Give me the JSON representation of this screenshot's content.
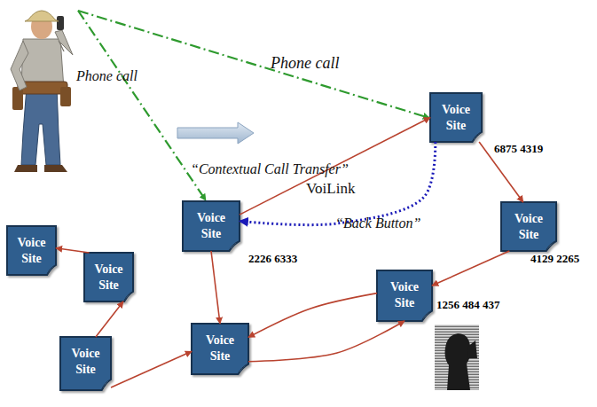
{
  "diagram": {
    "nodes": [
      {
        "text": [
          "Voice Site",
          "6875 4319"
        ]
      },
      {
        "text": [
          "Voice Site",
          "2226 6333"
        ]
      },
      {
        "text": [
          "Voice Site",
          "4129 2265"
        ]
      },
      {
        "text": [
          "Voice Site"
        ]
      },
      {
        "text": [
          "Voice Site"
        ]
      },
      {
        "text": [
          "Voice Site",
          "1256 484 437"
        ]
      },
      {
        "text": [
          "Voice Site"
        ]
      },
      {
        "text": [
          "Voice Site"
        ]
      }
    ],
    "edges": [
      {
        "from": 1,
        "to": 0,
        "arrow": "to",
        "label": "VoiLink"
      },
      {
        "from": 0,
        "to": 2,
        "arrow": "to"
      },
      {
        "from": 2,
        "to": 5,
        "arrow": "to"
      },
      {
        "from": 5,
        "to": 6,
        "arrow": "to"
      },
      {
        "from": 1,
        "to": 6,
        "arrow": "to"
      },
      {
        "from": 6,
        "to": 5,
        "arrow": "to"
      },
      {
        "from": 7,
        "to": 6,
        "arrow": "to"
      },
      {
        "from": 7,
        "to": 4,
        "arrow": "to"
      },
      {
        "from": 4,
        "to": 3,
        "arrow": "to"
      },
      {
        "from": 0,
        "to": 1,
        "arrow": "to",
        "label": "“Back Button”"
      }
    ],
    "labels": [
      "Phone call",
      "Phone call",
      "“Contextual Call Transfer”"
    ]
  }
}
